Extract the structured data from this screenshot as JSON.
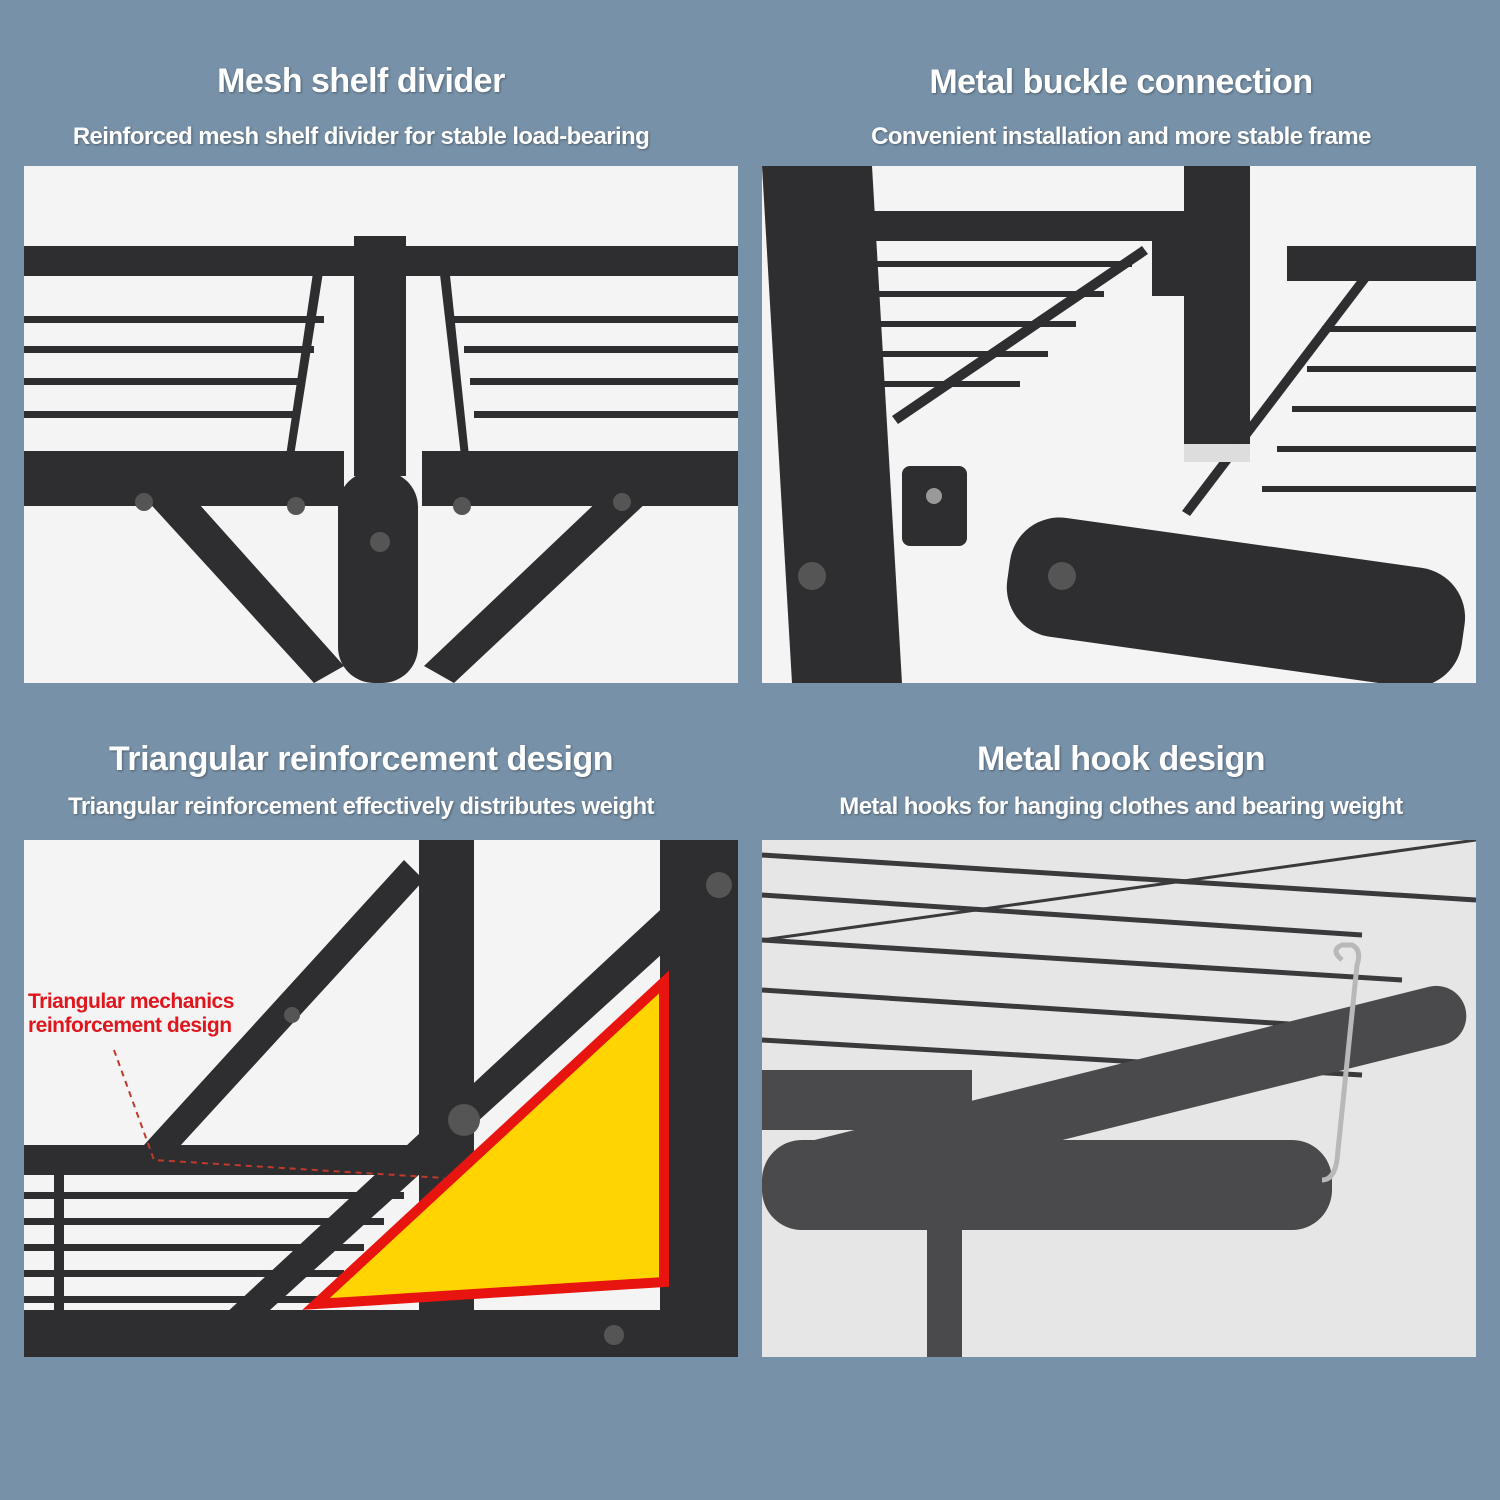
{
  "panels": [
    {
      "title": "Mesh shelf divider",
      "subtitle": "Reinforced mesh shelf divider for stable load-bearing"
    },
    {
      "title": "Metal buckle connection",
      "subtitle": "Convenient installation and more stable frame"
    },
    {
      "title": "Triangular reinforcement design",
      "subtitle": "Triangular reinforcement effectively distributes weight",
      "callout": [
        "Triangular mechanics",
        "reinforcement design"
      ]
    },
    {
      "title": "Metal hook design",
      "subtitle": "Metal hooks for hanging clothes and bearing weight"
    }
  ],
  "colors": {
    "background": "#7791a8",
    "metal": "#2e2e30",
    "highlight_fill": "#ffd400",
    "highlight_stroke": "#e8140f"
  }
}
